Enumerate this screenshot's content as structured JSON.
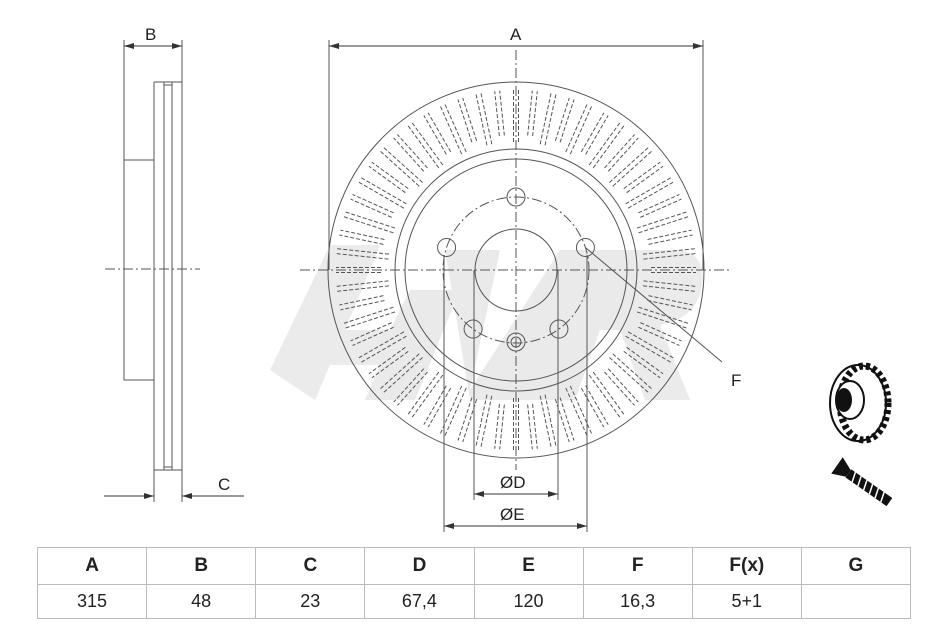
{
  "drawing": {
    "dimension_labels": {
      "A": "A",
      "B": "B",
      "C": "C",
      "D": "ØD",
      "E": "ØE",
      "F": "F"
    },
    "bolt_holes": 5,
    "extra_holes": 1,
    "vane_count": 60
  },
  "table": {
    "headers": [
      "A",
      "B",
      "C",
      "D",
      "E",
      "F",
      "F(x)",
      "G"
    ],
    "values": [
      "315",
      "48",
      "23",
      "67,4",
      "120",
      "16,3",
      "5+1",
      ""
    ]
  }
}
